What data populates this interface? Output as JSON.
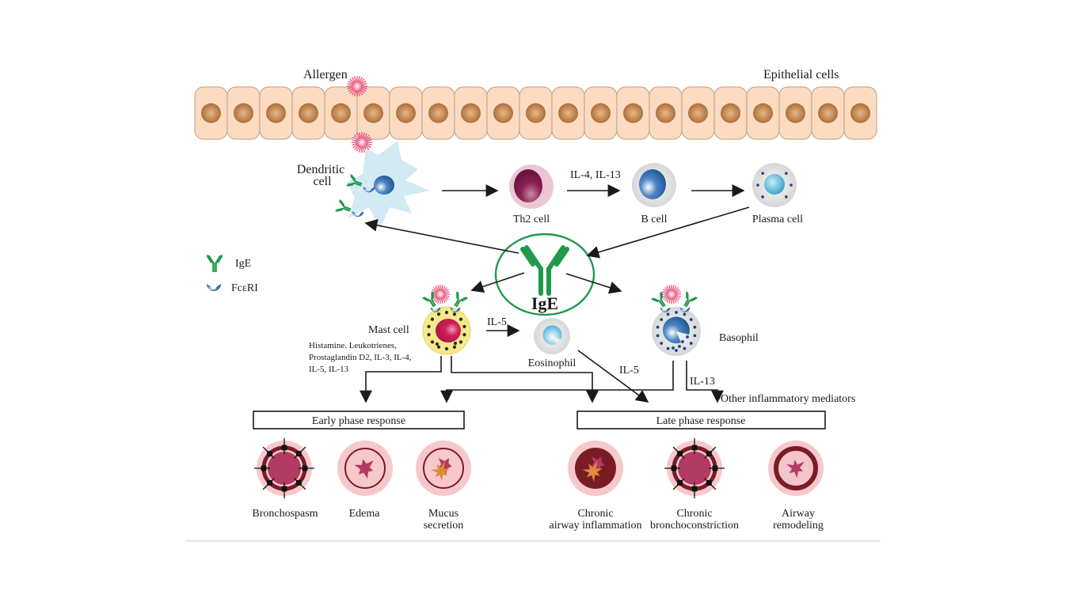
{
  "figure": {
    "labels": {
      "allergen": "Allergen",
      "epithelial_cells": "Epithelial cells",
      "dendritic_cell_line1": "Dendritic",
      "dendritic_cell_line2": "cell",
      "th2_cell": "Th2 cell",
      "b_cell": "B cell",
      "plasma_cell": "Plasma cell",
      "th2_to_b_cytokines": "IL-4, IL-13",
      "ige_center": "IgE",
      "mast_cell": "Mast cell",
      "mast_mediators_line1": "Histamine. Leukotrienes,",
      "mast_mediators_line2": "Prostaglandin D2, IL-3, IL-4,",
      "mast_mediators_line3": "IL-5, IL-13",
      "mast_to_eos_cytokine": "IL-5",
      "eosinophil": "Eosinophil",
      "eos_to_late_cytokine": "IL-5",
      "basophil": "Basophil",
      "basophil_cytokine": "IL-13",
      "other_mediators": "Other inflammatory mediators"
    },
    "legend": [
      {
        "icon": "ige-antibody-icon",
        "label": "IgE"
      },
      {
        "icon": "fceri-receptor-icon",
        "label": "FcεRI"
      }
    ],
    "phases": {
      "early": "Early phase response",
      "late": "Late phase response"
    },
    "outcomes": [
      {
        "line1": "Bronchospasm",
        "line2": "",
        "phase": "early"
      },
      {
        "line1": "Edema",
        "line2": "",
        "phase": "early"
      },
      {
        "line1": "Mucus",
        "line2": "secretion",
        "phase": "early"
      },
      {
        "line1": "Chronic",
        "line2": "airway inflammation",
        "phase": "late"
      },
      {
        "line1": "Chronic",
        "line2": "bronchoconstriction",
        "phase": "late"
      },
      {
        "line1": "Airway",
        "line2": "remodeling",
        "phase": "late"
      }
    ],
    "epithelial_cell_count": 21,
    "colors": {
      "epithelium_fill": "#fbdcc2",
      "epithelium_stroke": "#c9a98e",
      "epithelium_nucleus": "#b87a45",
      "allergen": "#e8557f",
      "dendritic_cell": "#cfe9f3",
      "ige_green": "#1e9a4a",
      "fceri_blue": "#4a78b8",
      "th2_nucleus": "#8a1f55",
      "th2_membrane": "#ecc6d2",
      "b_nucleus": "#2e6aa8",
      "plasma_nucleus": "#54b6d6",
      "mast_cytoplasm": "#f4e98a",
      "mast_nucleus": "#cf1f57",
      "eosinophil_nucleus": "#6cc0e0",
      "basophil_nucleus": "#3f74b6",
      "airway_outer": "#f6c8cc",
      "airway_wall": "#7a1c25",
      "airway_lumen": "#b33a63",
      "mucus": "#e08a3a"
    }
  }
}
